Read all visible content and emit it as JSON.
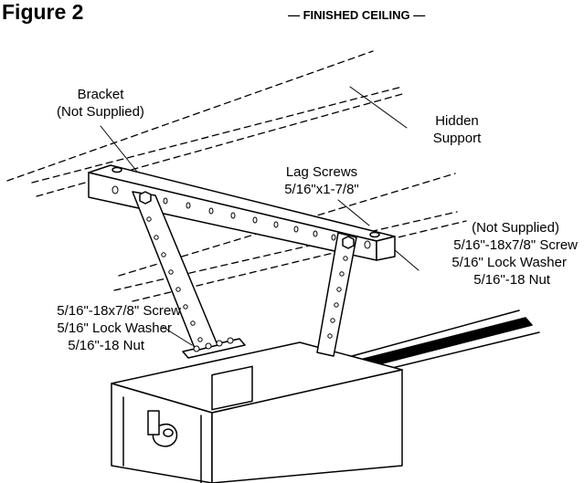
{
  "figure": {
    "title": "Figure 2",
    "ceiling_label": "— FINISHED CEILING —"
  },
  "labels": {
    "bracket_line1": "Bracket",
    "bracket_line2": "(Not Supplied)",
    "hidden_support_line1": "Hidden",
    "hidden_support_line2": "Support",
    "lag_screws_line1": "Lag Screws",
    "lag_screws_line2": "5/16\"x1-7/8\"",
    "right_hardware": {
      "not_supplied": "(Not Supplied)",
      "screw": "5/16\"-18x7/8\" Screw",
      "washer": "5/16\" Lock Washer",
      "nut": "5/16\"-18 Nut"
    },
    "left_hardware": {
      "screw": "5/16\"-18x7/8\" Screw",
      "washer": "5/16\" Lock Washer",
      "nut": "5/16\"-18 Nut"
    }
  },
  "colors": {
    "ink": "#000000",
    "paper": "#ffffff"
  }
}
